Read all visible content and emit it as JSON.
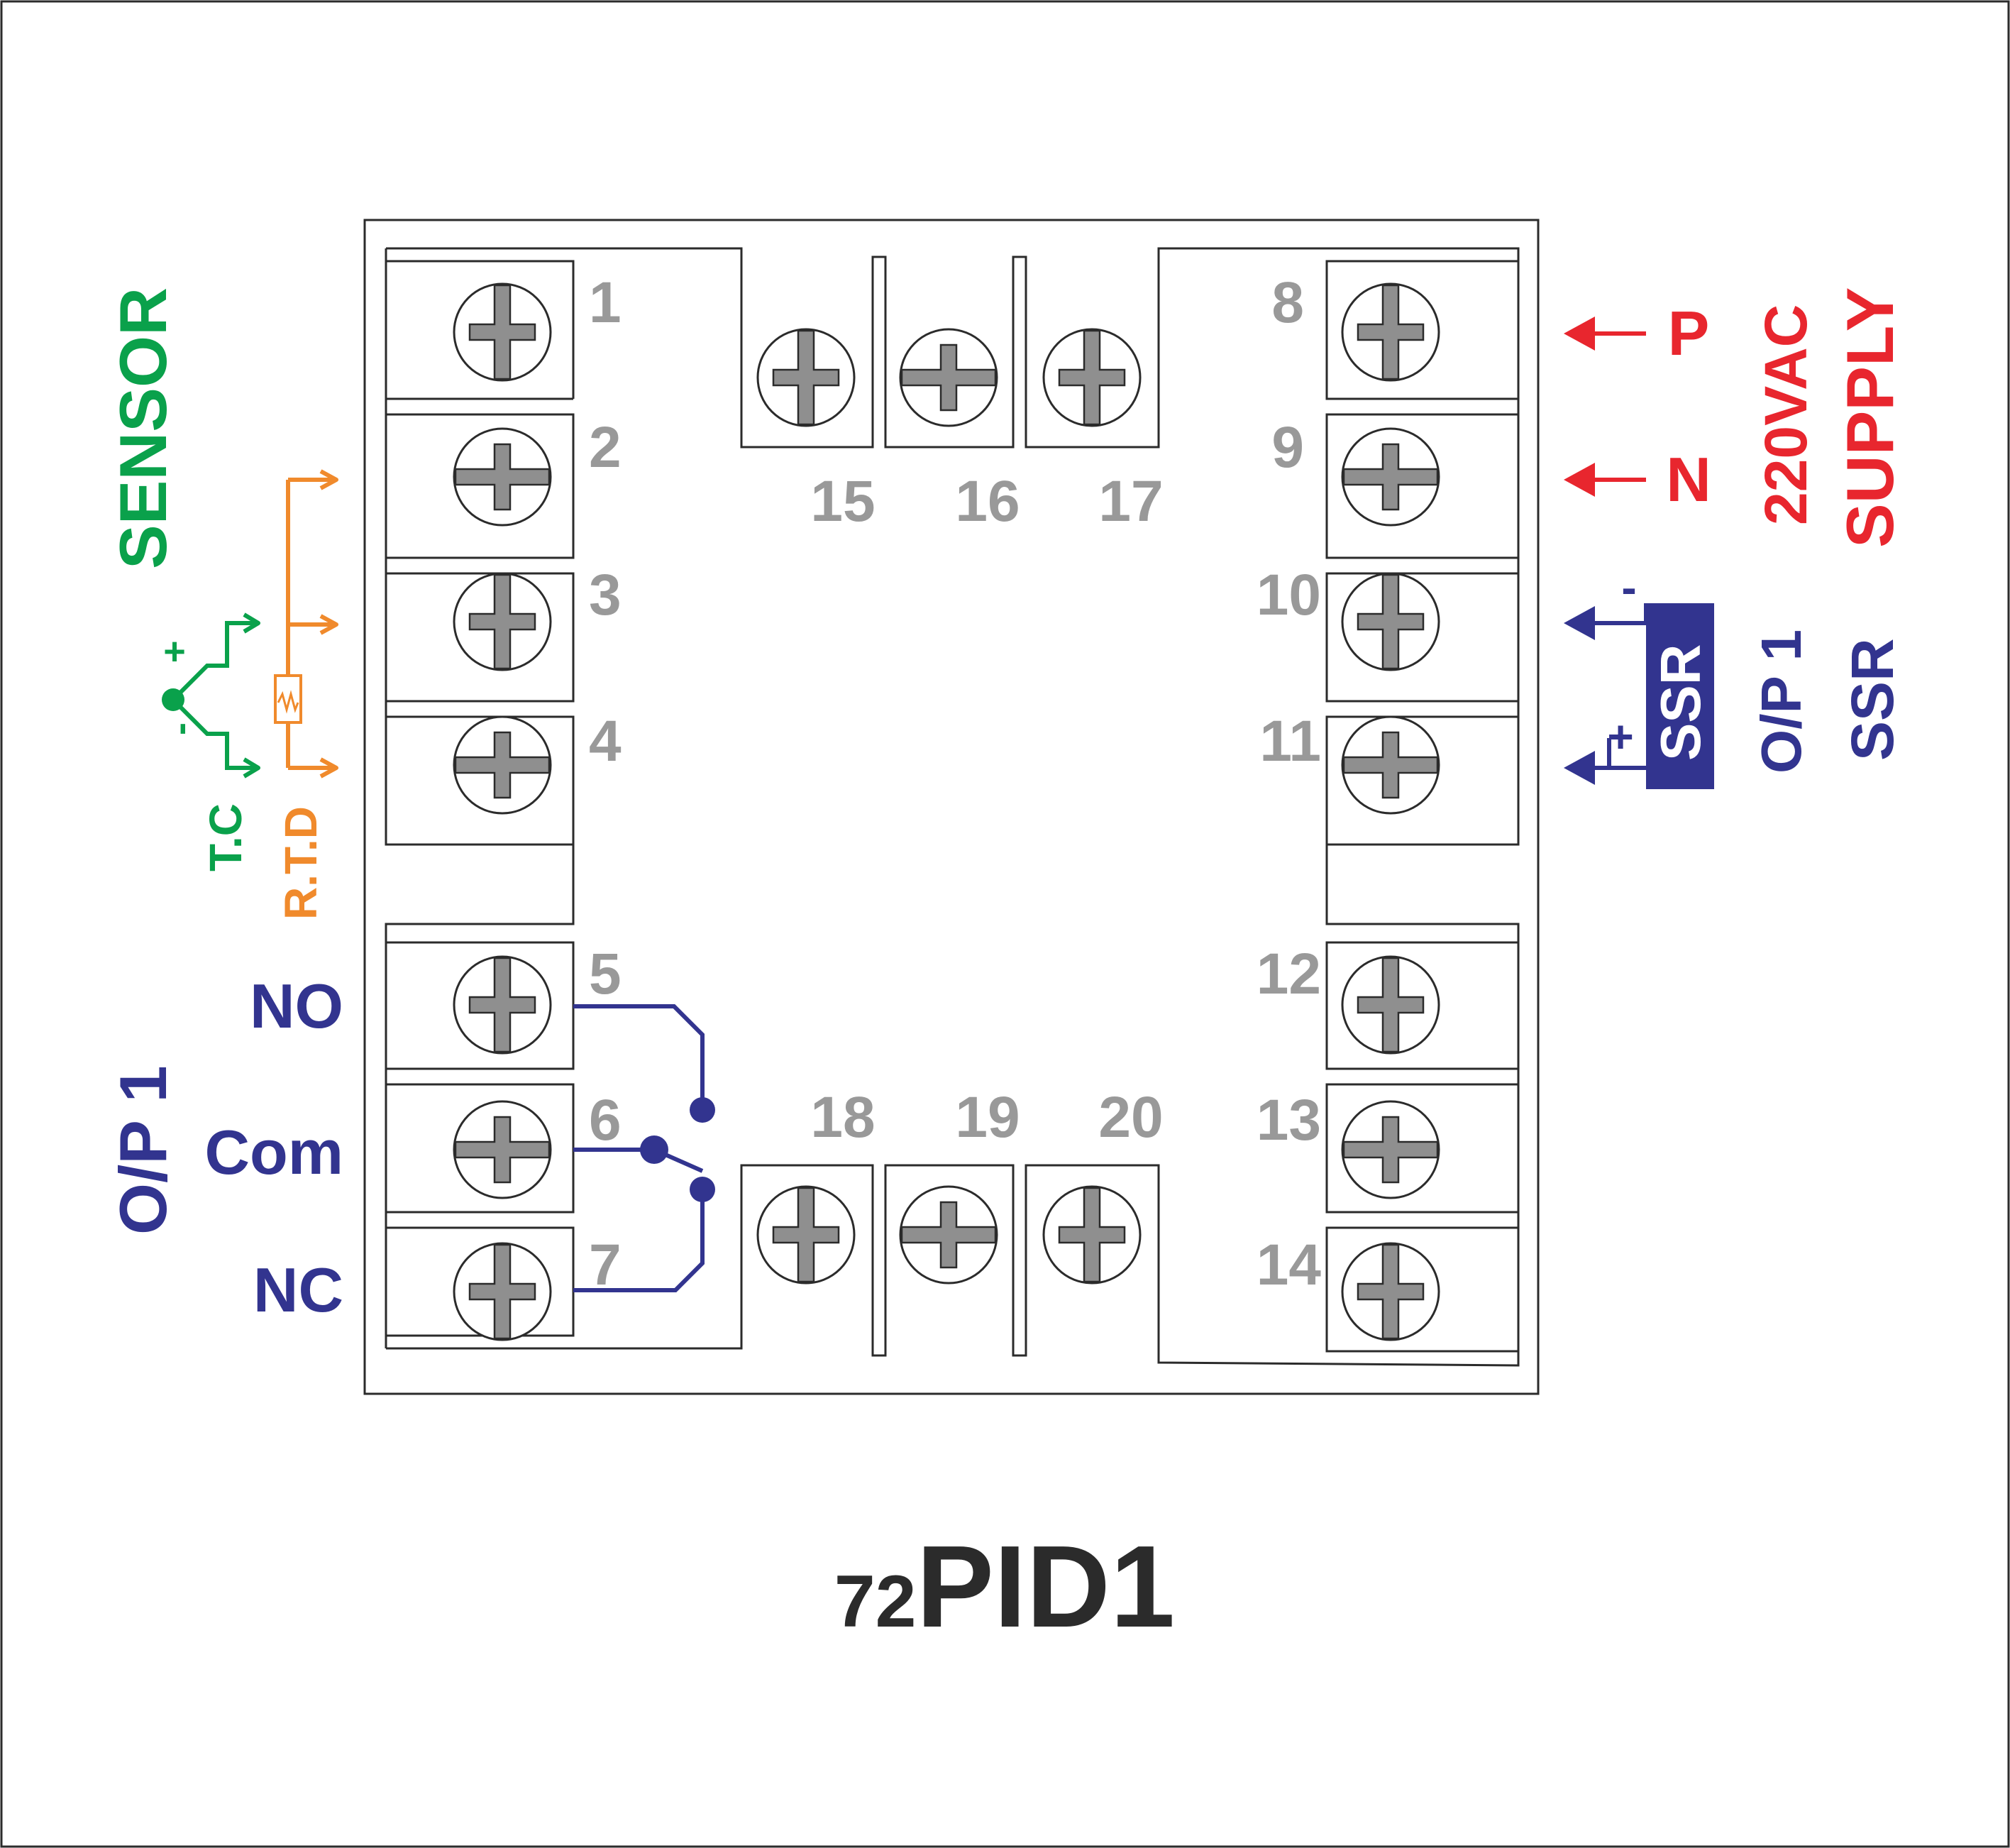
{
  "model": {
    "prefix": "72",
    "name": "PID1"
  },
  "terminals": {
    "t1": "1",
    "t2": "2",
    "t3": "3",
    "t4": "4",
    "t5": "5",
    "t6": "6",
    "t7": "7",
    "t8": "8",
    "t9": "9",
    "t10": "10",
    "t11": "11",
    "t12": "12",
    "t13": "13",
    "t14": "14",
    "t15": "15",
    "t16": "16",
    "t17": "17",
    "t18": "18",
    "t19": "19",
    "t20": "20"
  },
  "left_labels": {
    "sensor": "SENSOR",
    "tc": "T.C",
    "rtd": "R.T.D",
    "tc_plus": "+",
    "tc_minus": "-",
    "no": "NO",
    "com": "Com",
    "nc": "NC",
    "op1": "O/P 1"
  },
  "right_labels": {
    "p": "P",
    "n": "N",
    "voltage": "220VAC",
    "supply": "SUPPLY",
    "ssr_box": "SSR",
    "ssr_minus": "-",
    "ssr_plus": "+",
    "op1": "O/P 1",
    "ssr": "SSR"
  },
  "colors": {
    "sensor_green": "#0aa14b",
    "rtd_orange": "#f08a2c",
    "supply_red": "#e8262e",
    "output_blue": "#32348f",
    "number_gray": "#999999",
    "screw_gray": "#8f8f8f",
    "model_text": "#2b2b2b"
  }
}
